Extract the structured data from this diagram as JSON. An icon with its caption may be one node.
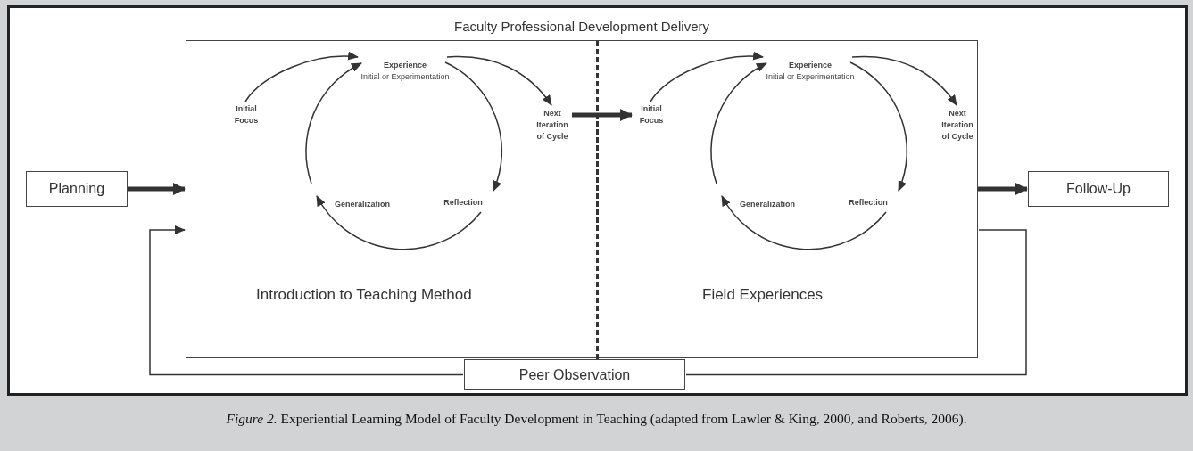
{
  "diagram": {
    "caption": "*Figure 2.* Experiential Learning Model of Faculty Development in Teaching (adapted from Lawler & King, 2000, and Roberts, 2006).",
    "nodes": [
      {
        "text": [
          "Faculty Professional Development Delivery"
        ]
      },
      {
        "text": [
          "Introduction to Teaching Method"
        ],
        "in": 0
      },
      {
        "text": [
          "Initial Focus"
        ],
        "in": 1
      },
      {
        "text": [
          "Experience",
          "Initial or Experimentation"
        ],
        "in": 1
      },
      {
        "text": [
          "Reflection"
        ],
        "in": 1
      },
      {
        "text": [
          "Generalization"
        ],
        "in": 1
      },
      {
        "text": [
          "Next Iteration of Cycle"
        ],
        "in": 1
      },
      {
        "text": [
          "Field Experiences"
        ],
        "in": 0
      },
      {
        "text": [
          "Initial Focus"
        ],
        "in": 7
      },
      {
        "text": [
          "Experience",
          "Initial or Experimentation"
        ],
        "in": 7
      },
      {
        "text": [
          "Reflection"
        ],
        "in": 7
      },
      {
        "text": [
          "Generalization"
        ],
        "in": 7
      },
      {
        "text": [
          "Next Iteration of Cycle"
        ],
        "in": 7
      },
      {
        "text": [
          "Planning"
        ]
      },
      {
        "text": [
          "Follow-Up"
        ]
      },
      {
        "text": [
          "Peer Observation"
        ]
      }
    ],
    "edges": [
      {
        "from": 2,
        "to": 3,
        "arrow": "to"
      },
      {
        "from": 3,
        "to": 4,
        "arrow": "to"
      },
      {
        "from": 4,
        "to": 5,
        "arrow": "to"
      },
      {
        "from": 5,
        "to": 3,
        "arrow": "to"
      },
      {
        "from": 3,
        "to": 6,
        "arrow": "to"
      },
      {
        "from": 6,
        "to": 8,
        "arrow": "to",
        "style": "thick"
      },
      {
        "from": 8,
        "to": 9,
        "arrow": "to"
      },
      {
        "from": 9,
        "to": 10,
        "arrow": "to"
      },
      {
        "from": 10,
        "to": 11,
        "arrow": "to"
      },
      {
        "from": 11,
        "to": 9,
        "arrow": "to"
      },
      {
        "from": 9,
        "to": 12,
        "arrow": "to"
      },
      {
        "from": 13,
        "to": 0,
        "arrow": "to",
        "style": "thick"
      },
      {
        "from": 0,
        "to": 14,
        "arrow": "to",
        "style": "thick"
      },
      {
        "from": 0,
        "to": 15,
        "arrow": "none"
      },
      {
        "from": 15,
        "to": 0,
        "arrow": "to"
      }
    ]
  }
}
